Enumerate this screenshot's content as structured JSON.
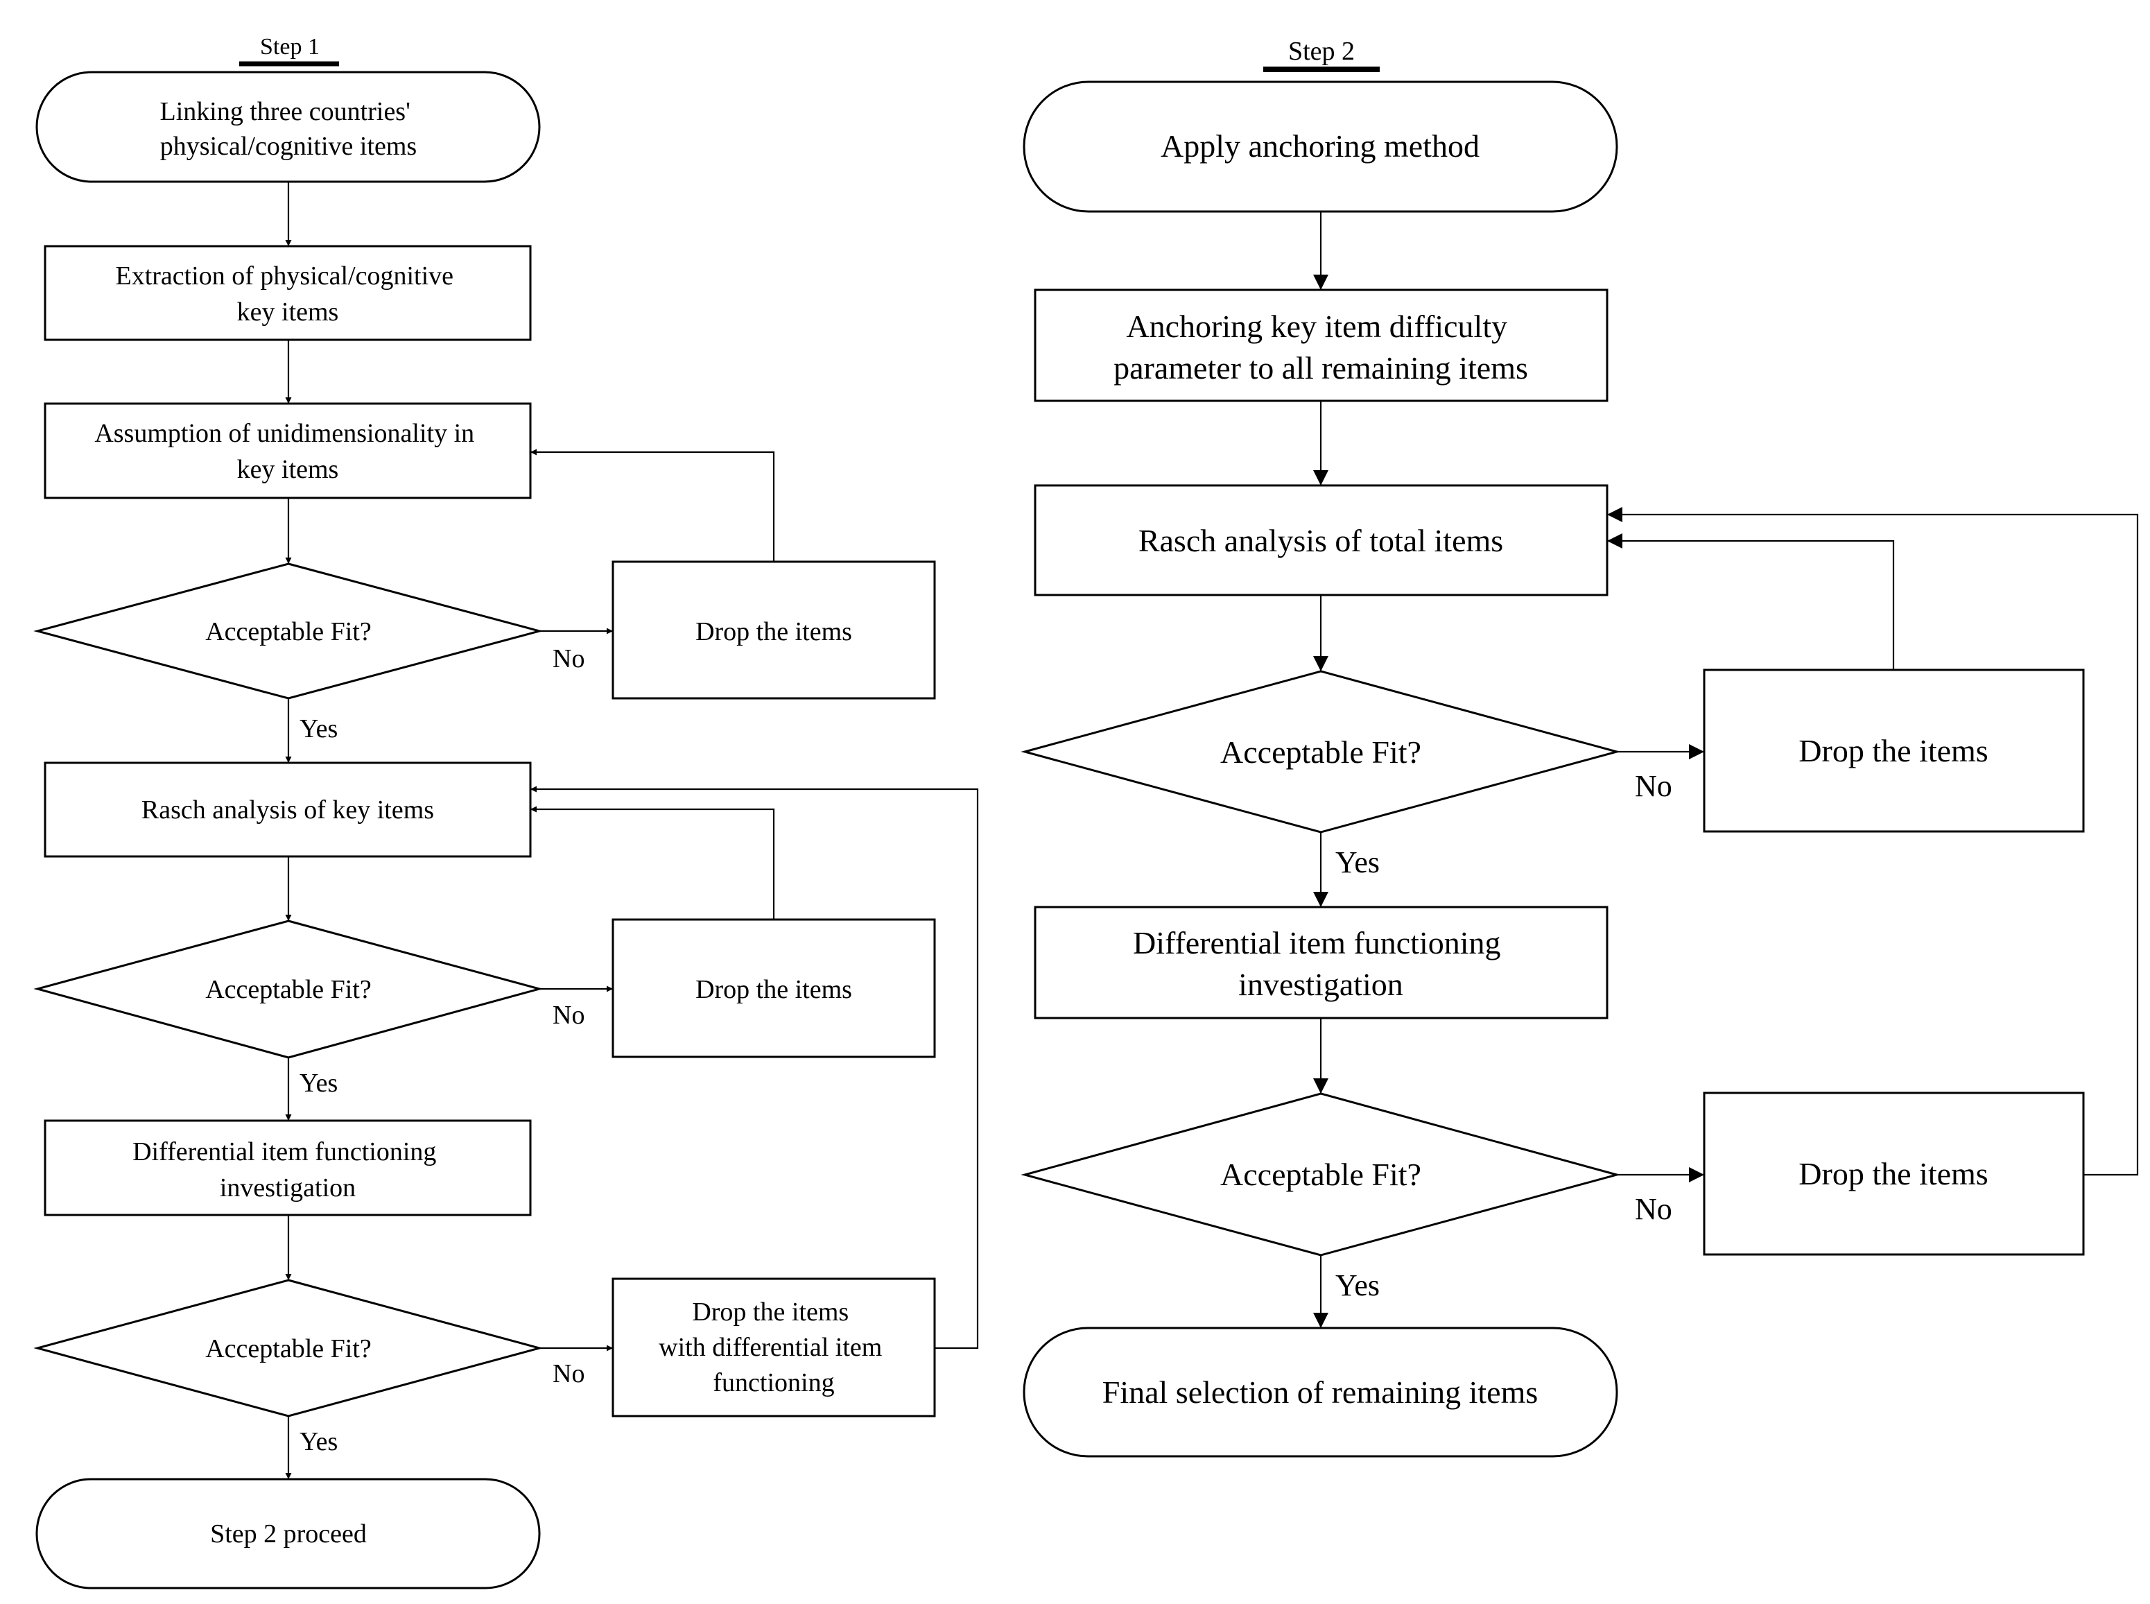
{
  "step1": {
    "header": "Step 1",
    "start": "Linking three countries' physical/cognitive items",
    "extraction": "Extraction of physical/cognitive key items",
    "assumption": "Assumption of unidimensionality in key items",
    "fit1": "Acceptable Fit?",
    "drop1": "Drop the items",
    "rasch": "Rasch analysis of key items",
    "fit2": "Acceptable Fit?",
    "drop2": "Drop the items",
    "dif": "Differential item functioning investigation",
    "fit3": "Acceptable Fit?",
    "drop3": "Drop the items with differential item functioning",
    "end": "Step 2 proceed",
    "yes": "Yes",
    "no": "No"
  },
  "step2": {
    "header": "Step 2",
    "start": "Apply anchoring method",
    "anchoring": "Anchoring key item difficulty parameter to all remaining items",
    "rasch": "Rasch analysis of total items",
    "fit1": "Acceptable Fit?",
    "drop1": "Drop the items",
    "dif": "Differential item functioning investigation",
    "fit2": "Acceptable Fit?",
    "drop2": "Drop the items",
    "end": "Final selection of remaining items",
    "yes": "Yes",
    "no": "No"
  }
}
